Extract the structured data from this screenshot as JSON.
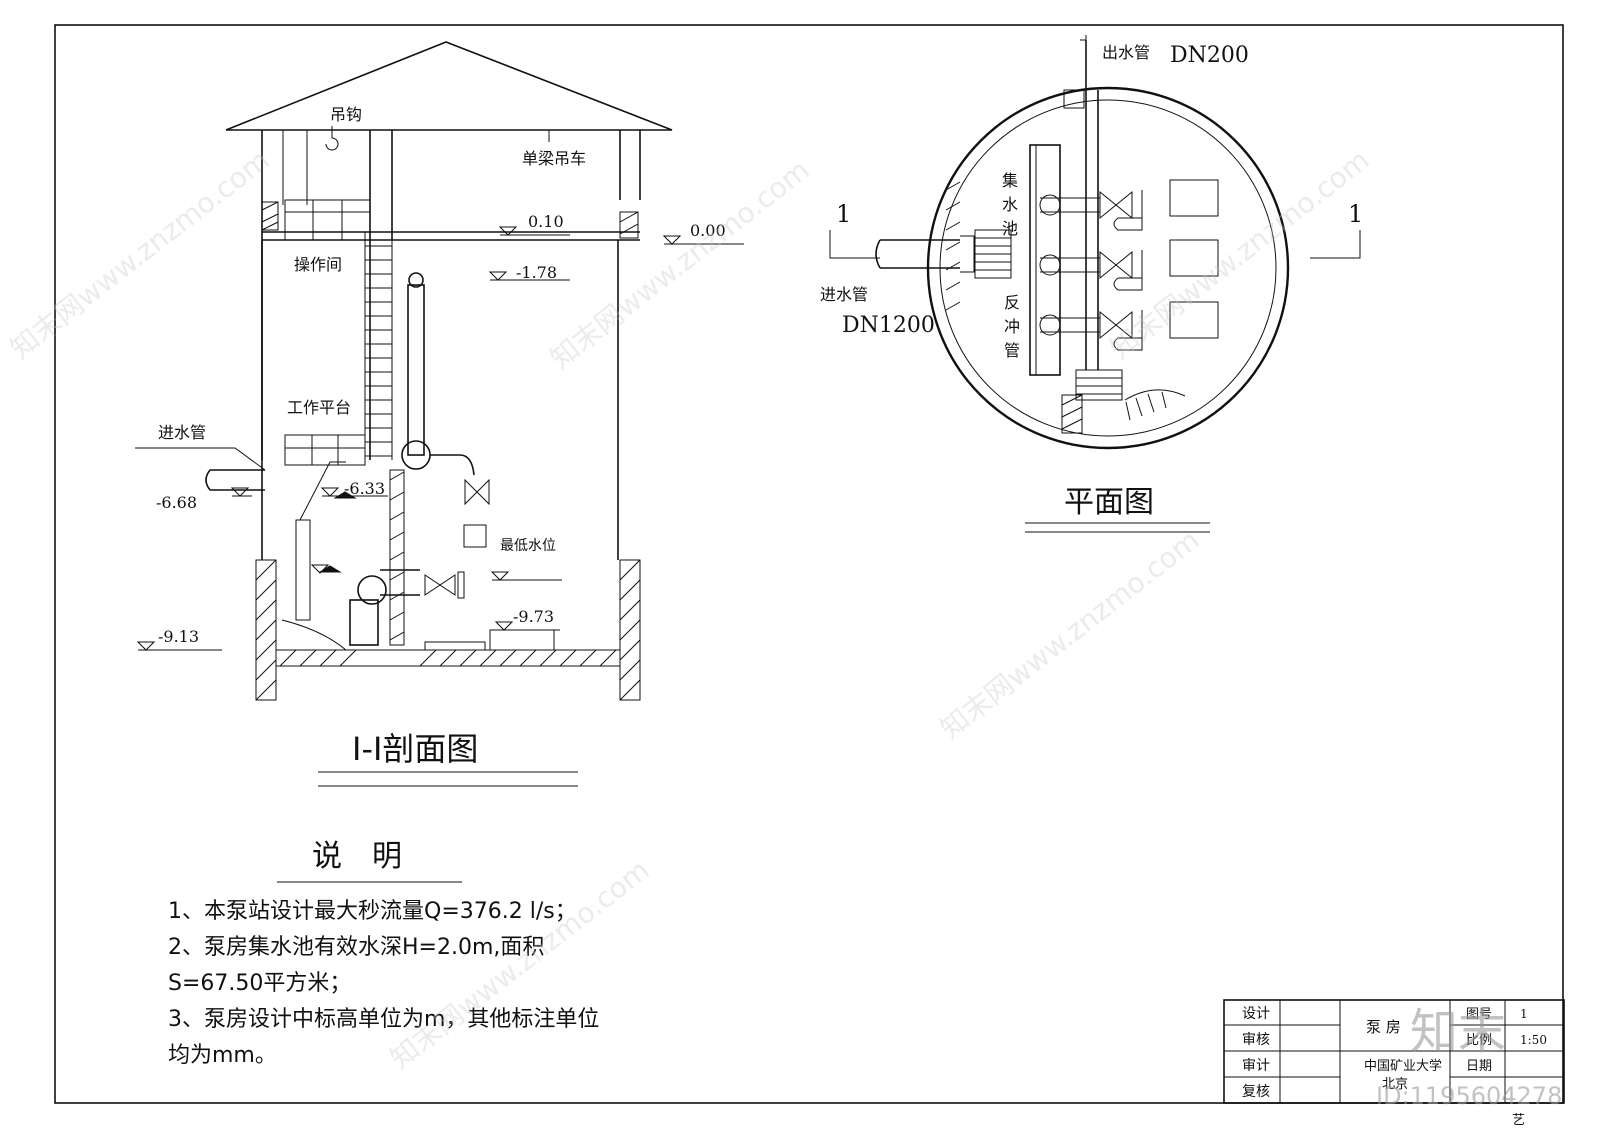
{
  "section_view": {
    "title": "I-I剖面图",
    "labels": {
      "hook": "吊钩",
      "crane": "单梁吊车",
      "control_room": "操作间",
      "platform": "工作平台",
      "inlet_pipe": "进水管",
      "lowest_level": "最低水位"
    },
    "elevations": {
      "e1": "0.10",
      "e2": "0.00",
      "e3": "-1.78",
      "e4": "-6.33",
      "e5": "-6.68",
      "e6": "-9.73",
      "e7": "-9.13"
    }
  },
  "plan_view": {
    "title": "平面图",
    "outlet_pipe": "出水管",
    "outlet_dn": "DN200",
    "inlet_pipe": "进水管",
    "inlet_dn": "DN1200",
    "sump": [
      "集",
      "水",
      "池"
    ],
    "backflush": [
      "反",
      "冲",
      "管"
    ],
    "section_mark": "1"
  },
  "notes": {
    "title": "说　明",
    "lines": [
      "1、本泵站设计最大秒流量Q=376.2 l/s；",
      "2、泵房集水池有效水深H=2.0m,面积",
      "S=67.50平方米；",
      "3、泵房设计中标高单位为m，其他标注单位",
      "均为mm。"
    ]
  },
  "title_block": {
    "roles": [
      "设计",
      "审核",
      "审计",
      "复核"
    ],
    "drawing_name": "泵 房",
    "org": "中国矿业大学",
    "org_city": "北京",
    "field_drawing_no": "图号",
    "field_scale": "比例",
    "scale": "1:50",
    "field_date": "日期",
    "drawing_no_val": "1",
    "suffix": "艺"
  },
  "watermark": {
    "site": "知末网www.znzmo.com",
    "logo": "知末",
    "id": "ID:1195604278"
  }
}
